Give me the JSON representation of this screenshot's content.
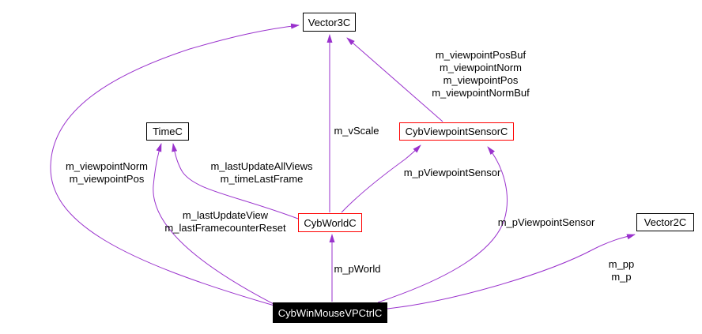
{
  "diagram_type": "doxygen-collaboration-graph",
  "colors": {
    "edge": "#9a32cd",
    "node_border": "#000000",
    "node_border_truncated": "#ff0000",
    "current_node_bg": "#000000",
    "current_node_text": "#ffffff",
    "background": "#ffffff"
  },
  "nodes": {
    "vector3c": {
      "label": "Vector3C"
    },
    "timec": {
      "label": "TimeC"
    },
    "cybviewpointsensorc": {
      "label": "CybViewpointSensorC"
    },
    "cybworldc": {
      "label": "CybWorldC"
    },
    "vector2c": {
      "label": "Vector2C"
    },
    "cybwinmousevpctrlc": {
      "label": "CybWinMouseVPCtrlC"
    }
  },
  "edge_labels": {
    "sensor_to_vector3c": "m_viewpointPosBuf\nm_viewpointNorm\nm_viewpointPos\nm_viewpointNormBuf",
    "world_to_vector3c": "m_vScale",
    "ctrl_to_vector3c": "m_viewpointNorm\nm_viewpointPos",
    "world_to_timec": "m_lastUpdateAllViews\nm_timeLastFrame",
    "world_to_sensor": "m_pViewpointSensor",
    "ctrl_to_timec": "m_lastUpdateView\nm_lastFramecounterReset",
    "ctrl_to_sensor": "m_pViewpointSensor",
    "ctrl_to_world": "m_pWorld",
    "ctrl_to_vector2c": "m_pp\nm_p"
  }
}
